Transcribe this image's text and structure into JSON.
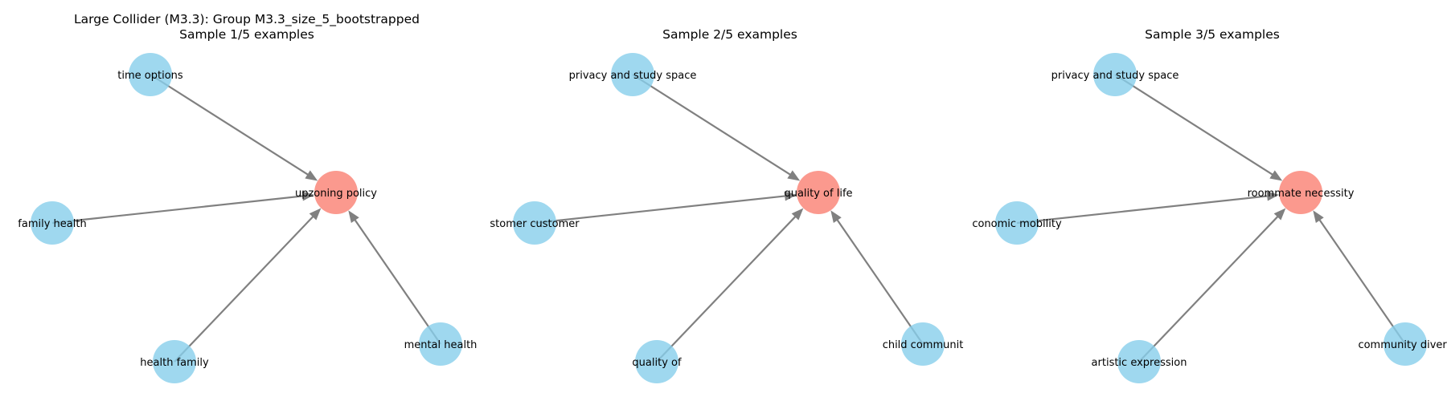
{
  "figure": {
    "suptitle": "Large Collider (M3.3): Group M3.3_size_5_bootstrapped",
    "colors": {
      "cause_node": "#87CEEB",
      "effect_node": "#FA8072",
      "edge": "#808080"
    },
    "panels": [
      {
        "title": "Sample 1/5 examples",
        "center": "upzoning policy",
        "causes": [
          "time options",
          "family health",
          "health family",
          "mental health"
        ]
      },
      {
        "title": "Sample 2/5 examples",
        "center": "quality of life",
        "causes": [
          "privacy and study space",
          "stomer customer",
          "quality of",
          "child communit"
        ]
      },
      {
        "title": "Sample 3/5 examples",
        "center": "roommate necessity",
        "causes": [
          "privacy and study space",
          "conomic mobility",
          "artistic expression",
          "community divers"
        ]
      }
    ]
  }
}
